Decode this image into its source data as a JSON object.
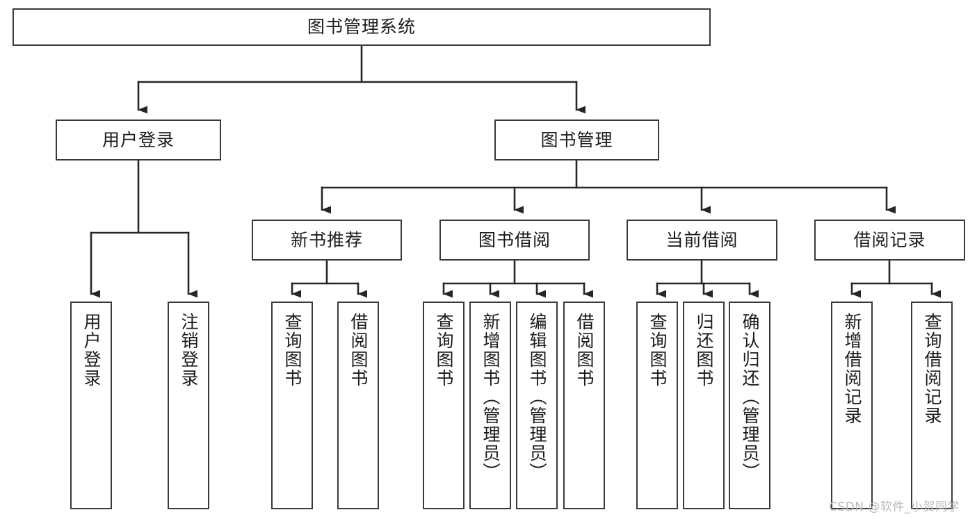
{
  "diagram": {
    "type": "hierarchy-tree",
    "title": "图书管理系统",
    "orientation": "top-down",
    "levels": 4,
    "nodes": {
      "root": {
        "label": "图书管理系统",
        "level": 1
      },
      "l2": [
        {
          "id": "user-login",
          "label": "用户登录",
          "level": 2
        },
        {
          "id": "book-manage",
          "label": "图书管理",
          "level": 2
        }
      ],
      "l3": [
        {
          "id": "new-book-rec",
          "label": "新书推荐",
          "level": 3,
          "parent": "book-manage"
        },
        {
          "id": "book-borrow",
          "label": "图书借阅",
          "level": 3,
          "parent": "book-manage"
        },
        {
          "id": "current-borrow",
          "label": "当前借阅",
          "level": 3,
          "parent": "book-manage"
        },
        {
          "id": "borrow-record",
          "label": "借阅记录",
          "level": 3,
          "parent": "book-manage"
        }
      ],
      "leaves": {
        "user_login": [
          {
            "id": "leaf-user-login",
            "label": "用户登录"
          },
          {
            "id": "leaf-user-logout",
            "label": "注销登录"
          }
        ],
        "new_book_rec": [
          {
            "id": "leaf-query-book-1",
            "label": "查询图书"
          },
          {
            "id": "leaf-borrow-book-1",
            "label": "借阅图书"
          }
        ],
        "book_borrow": [
          {
            "id": "leaf-query-book-2",
            "label": "查询图书"
          },
          {
            "id": "leaf-add-book",
            "label": "新增图书（管理员）"
          },
          {
            "id": "leaf-edit-book",
            "label": "编辑图书（管理员）"
          },
          {
            "id": "leaf-borrow-book-2",
            "label": "借阅图书"
          }
        ],
        "current_borrow": [
          {
            "id": "leaf-query-book-3",
            "label": "查询图书"
          },
          {
            "id": "leaf-return-book",
            "label": "归还图书"
          },
          {
            "id": "leaf-confirm-return",
            "label": "确认归还（管理员）"
          }
        ],
        "borrow_record": [
          {
            "id": "leaf-add-record",
            "label": "新增借阅记录"
          },
          {
            "id": "leaf-query-record",
            "label": "查询借阅记录"
          }
        ]
      }
    },
    "colors": {
      "box_border": "#3a3a3a",
      "box_fill": "#ffffff",
      "connector": "#262626",
      "text": "#1b1b1b",
      "watermark": "#b9b9b9",
      "background": "#ffffff"
    }
  },
  "watermark": {
    "text": "CSDN @软件_小贺同学"
  }
}
